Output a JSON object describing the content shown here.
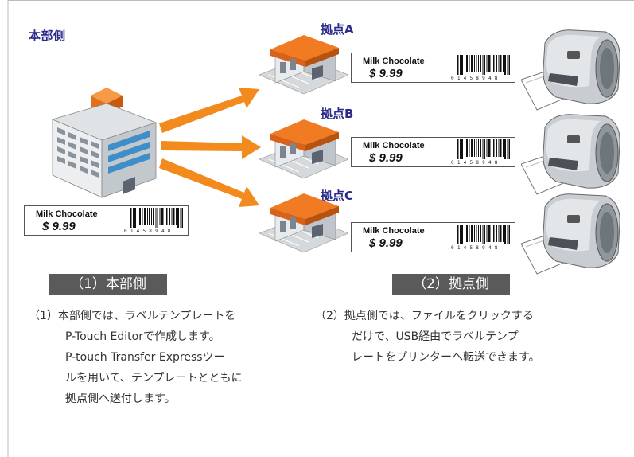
{
  "hq": {
    "title": "本部側"
  },
  "label": {
    "product": "Milk Chocolate",
    "price": "$ 9.99",
    "barcode_digits": "0  1 4 5 8 9 4  8"
  },
  "sites": [
    {
      "title": "拠点A"
    },
    {
      "title": "拠点B"
    },
    {
      "title": "拠点C"
    }
  ],
  "sections": {
    "hq": {
      "header": "（1）本部側",
      "lines": [
        "（1）本部側では、ラベルテンプレートを",
        "P-Touch Editorで作成します。",
        "P-touch Transfer Expressツー",
        "ルを用いて、テンプレートとともに",
        "拠点側へ送付します。"
      ]
    },
    "site": {
      "header": "（2）拠点側",
      "lines": [
        "（2）拠点側では、ファイルをクリックする",
        "だけで、USB経由でラベルテンプ",
        "レートをプリンターへ転送できます。"
      ]
    }
  },
  "colors": {
    "accent_title": "#2a2a8a",
    "arrow": "#f28a1e",
    "header_bg": "#5a5a5a",
    "roof": "#f07b22"
  }
}
